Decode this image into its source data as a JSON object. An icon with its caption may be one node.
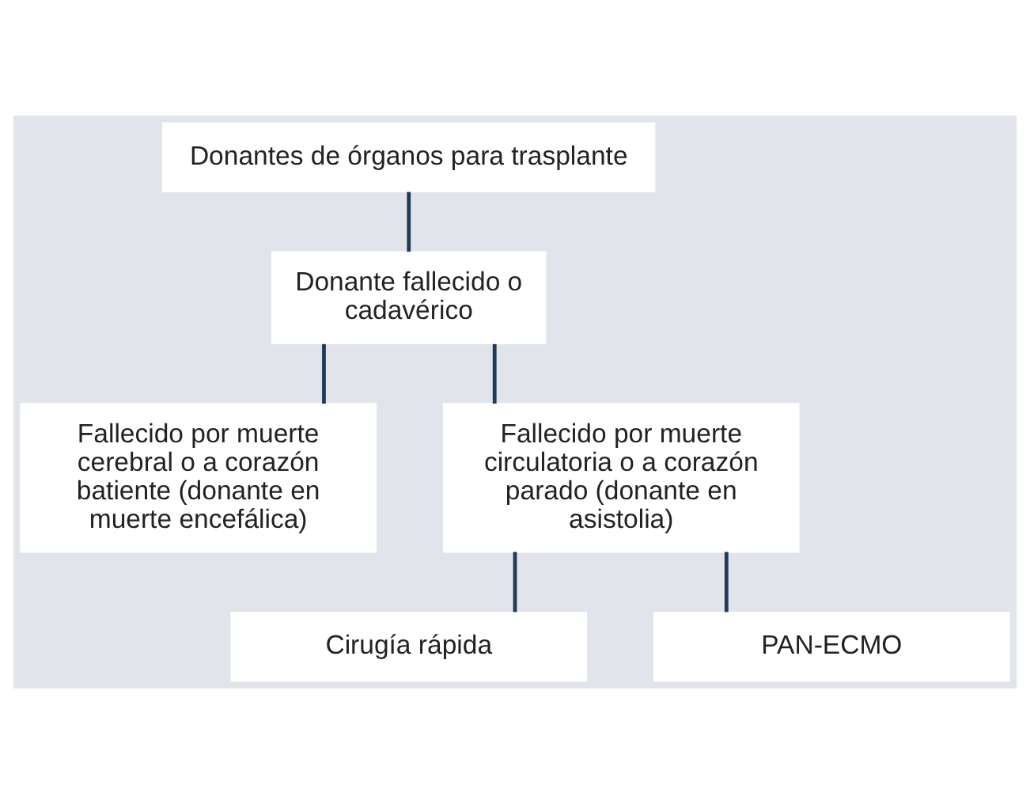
{
  "diagram": {
    "nodes": [
      {
        "text": [
          "Donantes de órganos para trasplante"
        ]
      },
      {
        "text": [
          "Donante fallecido o cadavérico"
        ]
      },
      {
        "text": [
          "Fallecido por muerte cerebral o a corazón batiente (donante en muerte encefálica)"
        ]
      },
      {
        "text": [
          "Fallecido por muerte circulatoria o a corazón parado (donante en asistolia)"
        ]
      },
      {
        "text": [
          "Cirugía rápida"
        ]
      },
      {
        "text": [
          "PAN-ECMO"
        ]
      }
    ],
    "edges": [
      {
        "from": 0,
        "to": 1,
        "arrow": "none"
      },
      {
        "from": 1,
        "to": 2,
        "arrow": "none"
      },
      {
        "from": 1,
        "to": 3,
        "arrow": "none"
      },
      {
        "from": 3,
        "to": 4,
        "arrow": "none"
      },
      {
        "from": 3,
        "to": 5,
        "arrow": "none"
      }
    ]
  }
}
